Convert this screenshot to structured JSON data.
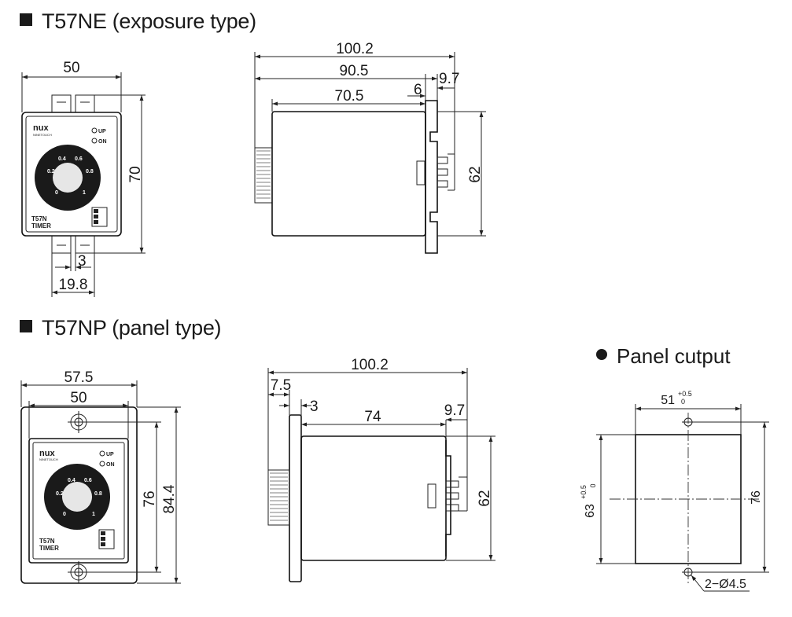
{
  "sections": {
    "exposure": {
      "title": "T57NE (exposure type)"
    },
    "panel": {
      "title": "T57NP (panel type)"
    },
    "cutout": {
      "title": "Panel cutput"
    }
  },
  "device_face": {
    "brand": "nux",
    "brand_sub": "NINETOUCH",
    "led_up": "UP",
    "led_on": "ON",
    "dial": [
      "0",
      "0.2",
      "0.4",
      "0.6",
      "0.8",
      "1"
    ],
    "model": "T57N",
    "type": "TIMER"
  },
  "dimensions": {
    "ne_front_width": "50",
    "ne_front_height": "70",
    "ne_front_foot": "3",
    "ne_front_base": "19.8",
    "ne_side_total": "100.2",
    "ne_side_a": "90.5",
    "ne_side_b": "70.5",
    "ne_side_c": "6",
    "ne_side_d": "9.7",
    "ne_side_height": "62",
    "np_front_width_outer": "57.5",
    "np_front_width_inner": "50",
    "np_front_height_inner": "76",
    "np_front_height_outer": "84.4",
    "np_side_total": "100.2",
    "np_side_a": "7.5",
    "np_side_b": "3",
    "np_side_c": "74",
    "np_side_d": "9.7",
    "np_side_height": "62",
    "cut_width": "51",
    "cut_width_tol_plus": "+0.5",
    "cut_width_tol_minus": "0",
    "cut_height": "63",
    "cut_height_tol_plus": "+0.5",
    "cut_height_tol_minus": "0",
    "cut_height_outer": "76",
    "cut_holes": "2−Ø4.5"
  }
}
